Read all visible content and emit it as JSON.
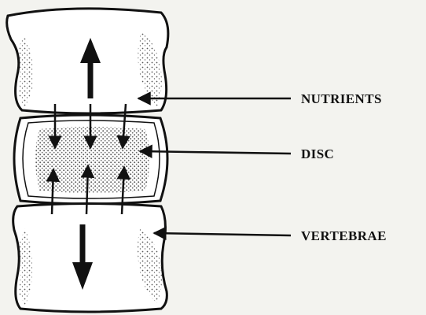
{
  "labels": {
    "nutrients": "NUTRIENTS",
    "disc": "DISC",
    "vertebrae": "VERTEBRAE"
  },
  "colors": {
    "background": "#f3f3ef",
    "ink": "#111111",
    "stipple": "#555555"
  }
}
